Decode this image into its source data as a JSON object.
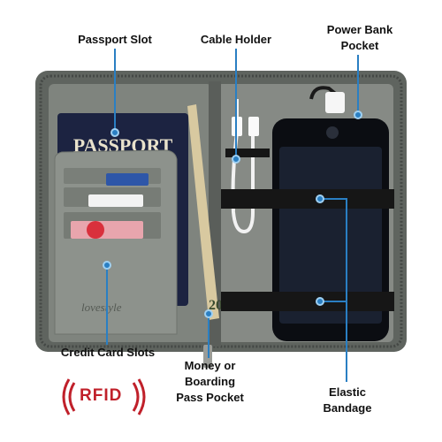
{
  "labels": {
    "passport_slot": "Passport Slot",
    "cable_holder": "Cable Holder",
    "power_bank_pocket": "Power Bank Pocket",
    "credit_card_slots": "Credit Card Slots",
    "money_boarding_pass_pocket": "Money or Boarding Pass Pocket",
    "elastic_bandage": "Elastic Bandage"
  },
  "passport_text": "PASSPORT",
  "badge_text": "RFID",
  "logo_text": "lovestyle",
  "bill_text": "20",
  "colors": {
    "organizer_gray": "#6b706b",
    "inner_gray": "#8a8e89",
    "passport_navy": "#1c2341",
    "elastic_black": "#161616",
    "phone_black": "#0b0d12",
    "leader_blue": "#2a7fc3",
    "rfid_red": "#c0202a"
  }
}
